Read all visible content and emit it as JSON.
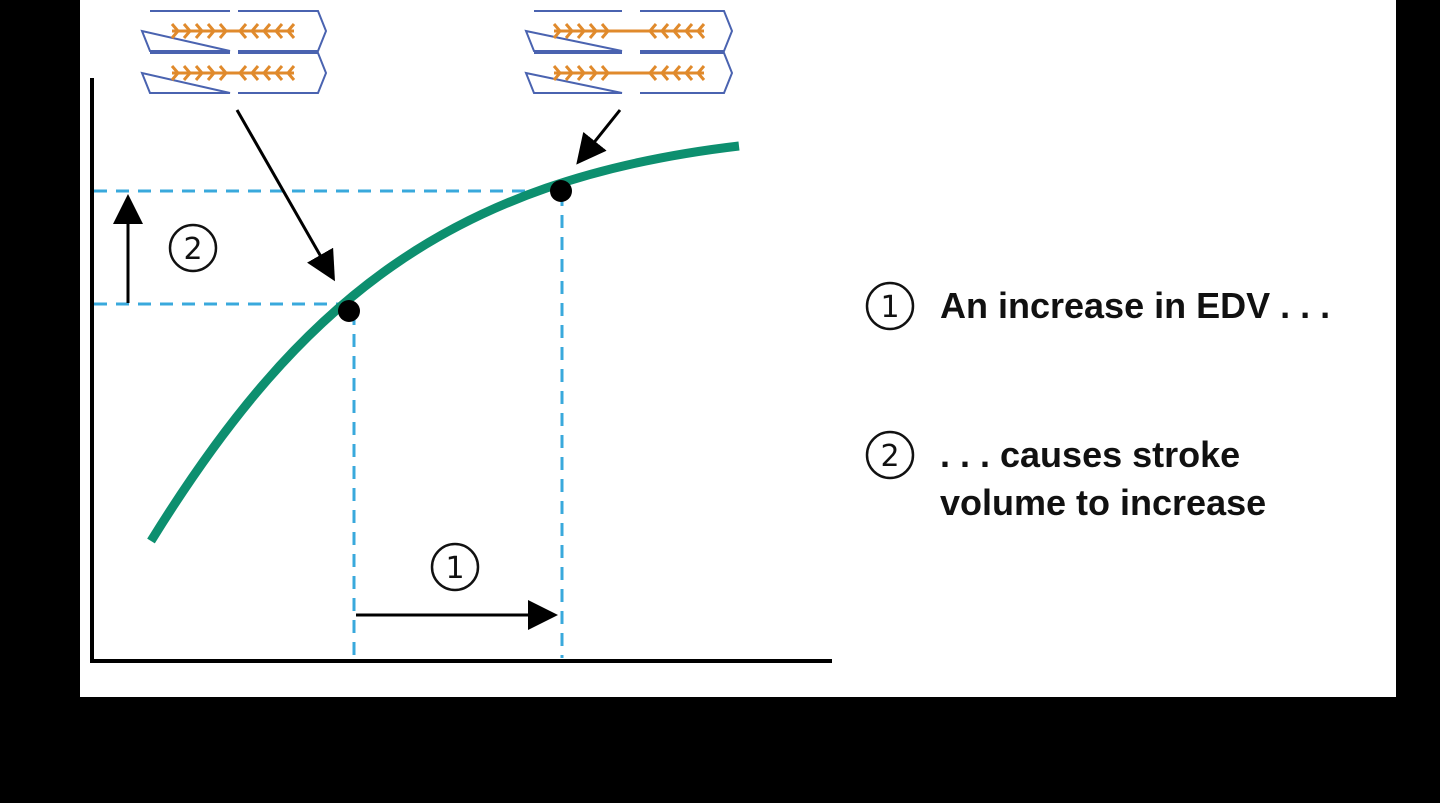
{
  "diagram": {
    "steps": [
      {
        "marker": "1",
        "text": "An increase in EDV . . ."
      },
      {
        "marker": "2",
        "text_lines": [
          ". . . causes stroke",
          "volume to increase"
        ]
      }
    ]
  },
  "colors": {
    "curve": "#0d8f6f",
    "guide_lines": "#39a9dc",
    "sarcomere_outline": "#4a63b0",
    "myofilament": "#e08a2c",
    "frame": "#000000",
    "panel": "#ffffff"
  }
}
